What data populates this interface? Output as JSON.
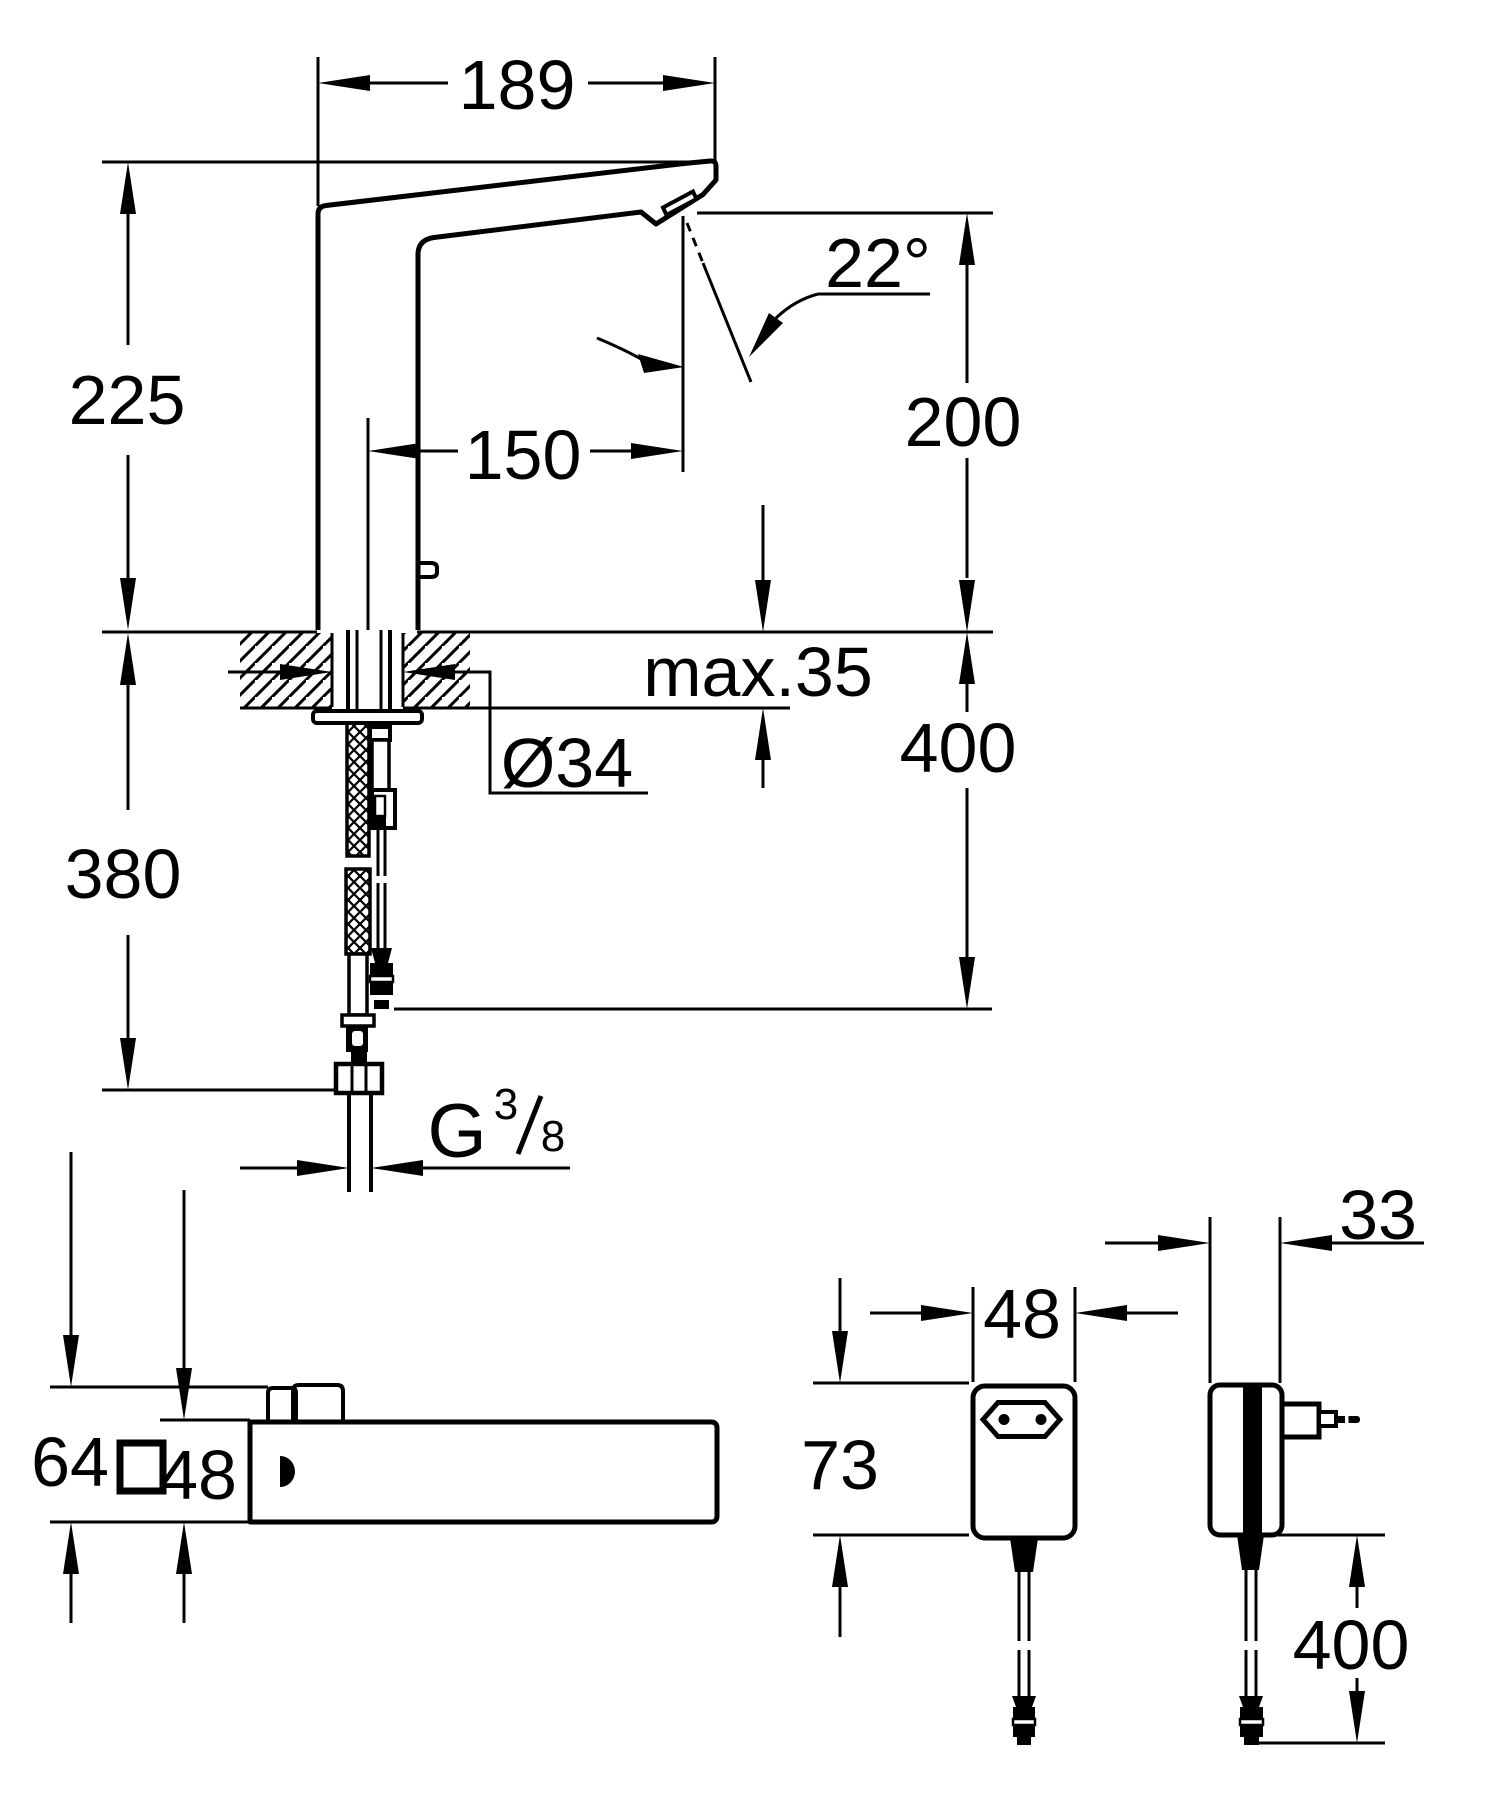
{
  "colors": {
    "line": "#000000",
    "background": "#ffffff"
  },
  "main": {
    "dim_189": "189",
    "dim_225": "225",
    "dim_150": "150",
    "dim_angle": "22°",
    "dim_200": "200",
    "dim_max35": "max.35",
    "dim_hole": "Ø34",
    "dim_380": "380",
    "dim_400": "400",
    "thread": {
      "g": "G",
      "numerator": "3",
      "denominator": "8"
    }
  },
  "top_view": {
    "dim_64": "64",
    "square_symbol": "□",
    "dim_48": "48"
  },
  "adapter_front": {
    "dim_48": "48",
    "dim_73": "73"
  },
  "adapter_side": {
    "dim_33": "33",
    "dim_400": "400"
  }
}
